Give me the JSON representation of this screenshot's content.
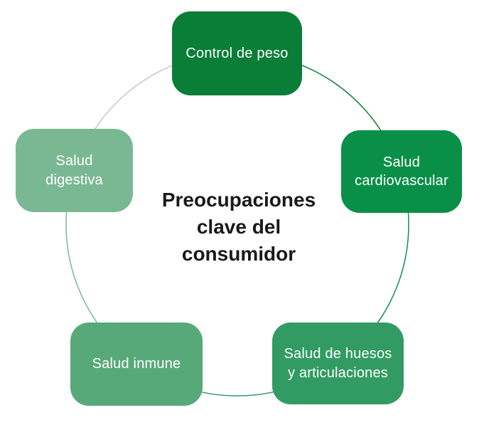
{
  "diagram": {
    "background": "#ffffff",
    "center_title": {
      "text": "Preocupaciones\nclave del\nconsumidor",
      "full_text": "Preocupaciones clave del consumidor",
      "color": "#1a1a1a"
    },
    "nodes": [
      {
        "id": "control-de-peso",
        "position": "top",
        "label": "Control de peso",
        "fill": "#0a7d37",
        "text_color": "#ffffff"
      },
      {
        "id": "salud-cardiovascular",
        "position": "right",
        "label": "Salud\ncardiovascular",
        "fill": "#0a8f48",
        "text_color": "#ffffff"
      },
      {
        "id": "salud-de-huesos-y-articulaciones",
        "position": "bottom-right",
        "label": "Salud de huesos\ny articulaciones",
        "fill": "#329b64",
        "text_color": "#ffffff"
      },
      {
        "id": "salud-inmune",
        "position": "bottom-left",
        "label": "Salud inmune",
        "fill": "#58a97a",
        "text_color": "#ffffff"
      },
      {
        "id": "salud-digestiva",
        "position": "left",
        "label": "Salud\ndigestiva",
        "fill": "#7ab894",
        "text_color": "#ffffff"
      }
    ],
    "ring": {
      "segments": [
        {
          "between": "control-de-peso to salud-cardiovascular",
          "color": "#0a7d37"
        },
        {
          "between": "salud-cardiovascular to salud-de-huesos-y-articulaciones",
          "color": "#12914d"
        },
        {
          "between": "salud-de-huesos-y-articulaciones to salud-inmune",
          "color": "#2f9e64"
        },
        {
          "between": "salud-inmune to salud-digestiva",
          "color": "#7ab894"
        },
        {
          "between": "salud-digestiva to control-de-peso",
          "color": "#c3c8c6"
        }
      ]
    }
  }
}
